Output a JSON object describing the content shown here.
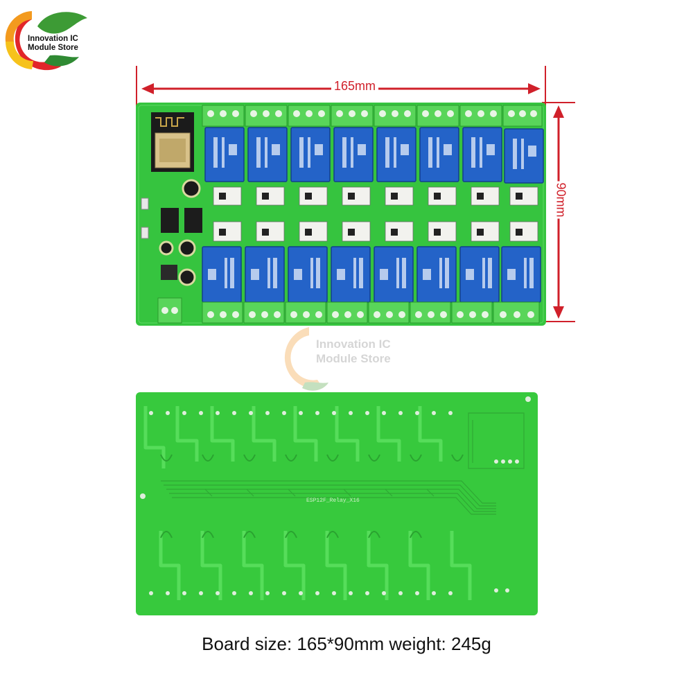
{
  "logo": {
    "line1": "Innovation IC",
    "line2": "Module Store"
  },
  "watermark": {
    "line1": "Innovation IC",
    "line2": "Module Store"
  },
  "dimensions": {
    "width_label": "165mm",
    "height_label": "90mm"
  },
  "board_back": {
    "silkscreen_label": "ESP12F_Relay_X16"
  },
  "caption": "Board size: 165*90mm weight: 245g",
  "colors": {
    "pcb": "#33c53e",
    "relay": "#1f5fc9",
    "dimension": "#d0202a",
    "terminal": "#4fcf4a"
  }
}
